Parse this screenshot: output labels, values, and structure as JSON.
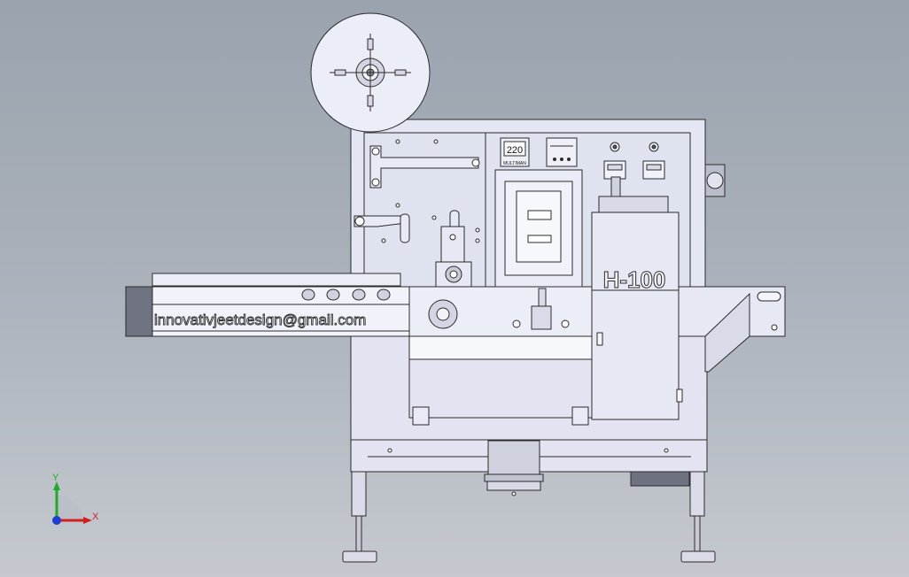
{
  "model": {
    "nameplate": "H-100",
    "email": "innovativjeetdesign@gmail.com",
    "panel_voltage": "220",
    "panel_voltage_caption": "MULTIMAN"
  },
  "triad": {
    "x_label": "X",
    "y_label": "Y",
    "colors": {
      "x": "#d11f1f",
      "y": "#1faa2a",
      "z": "#1f3fd1"
    }
  },
  "colors": {
    "background_top": "#9aa3ae",
    "machine_body": "#dfe2f0",
    "edge": "#2b2b2b"
  }
}
